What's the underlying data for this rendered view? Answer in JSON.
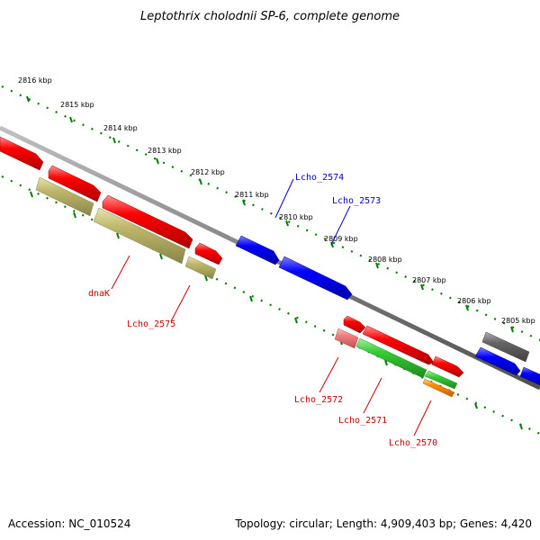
{
  "title": "Leptothrix cholodnii SP-6, complete genome",
  "footer": {
    "accession": "Accession: NC_010524",
    "summary": "Topology: circular; Length: 4,909,403 bp; Genes: 4,420"
  },
  "ticks": [
    "2816 kbp",
    "2815 kbp",
    "2814 kbp",
    "2813 kbp",
    "2812 kbp",
    "2811 kbp",
    "2810 kbp",
    "2809 kbp",
    "2808 kbp",
    "2807 kbp",
    "2806 kbp",
    "2805 kbp"
  ],
  "gene_labels": [
    {
      "id": "lcho-2574",
      "text": "Lcho_2574",
      "color": "#0000cc"
    },
    {
      "id": "lcho-2573",
      "text": "Lcho_2573",
      "color": "#0000cc"
    },
    {
      "id": "dnak",
      "text": "dnaK",
      "color": "#cc0000"
    },
    {
      "id": "lcho-2575",
      "text": "Lcho_2575",
      "color": "#cc0000"
    },
    {
      "id": "lcho-2572",
      "text": "Lcho_2572",
      "color": "#cc0000"
    },
    {
      "id": "lcho-2571",
      "text": "Lcho_2571",
      "color": "#cc0000"
    },
    {
      "id": "lcho-2570",
      "text": "Lcho_2570",
      "color": "#cc0000"
    }
  ],
  "colors": {
    "backbone": "#808080",
    "tick_track": "#008000",
    "red_gene": "#ff0000",
    "blue_gene": "#0000ff",
    "khaki_gene": "#bdb76b",
    "green_gene": "#33cc33",
    "orange_gene": "#ff8c00",
    "grey_gene": "#666666",
    "pink_gene": "#f08080"
  }
}
